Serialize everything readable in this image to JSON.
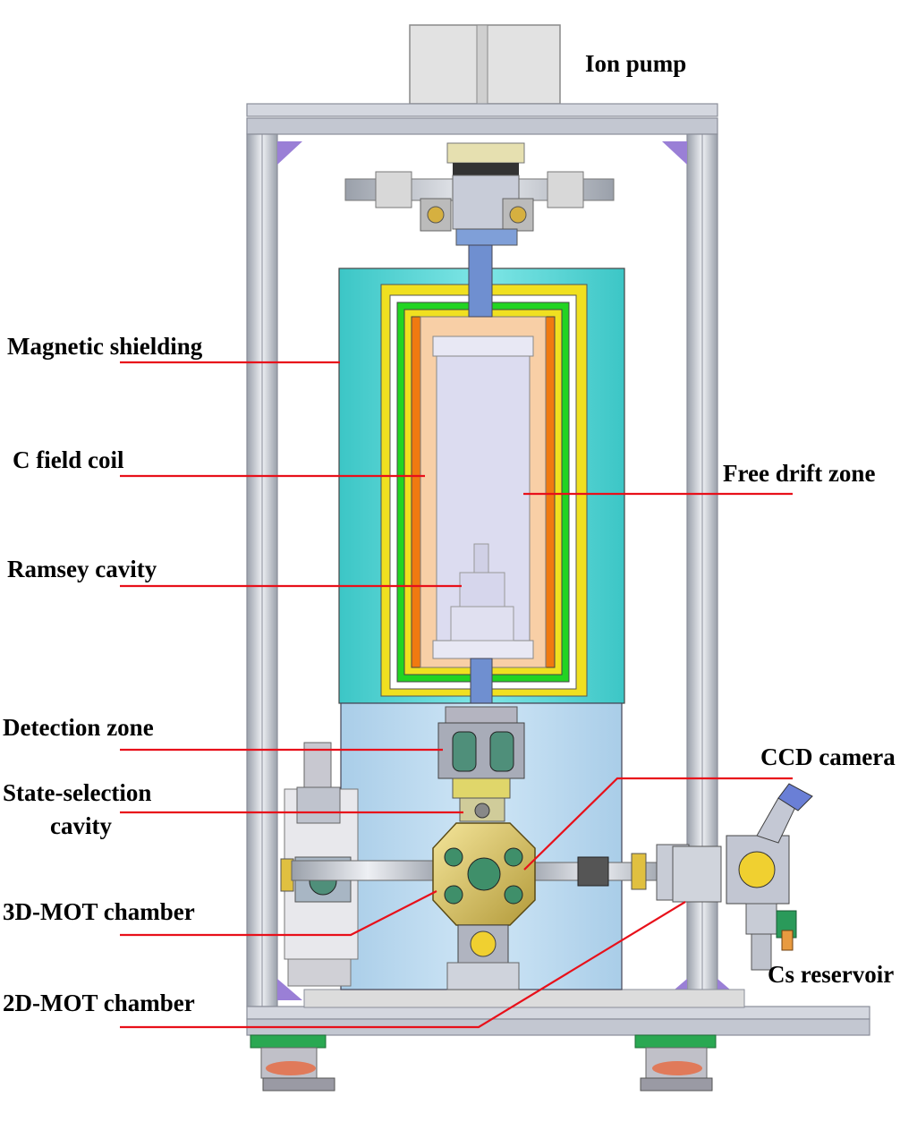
{
  "labels": {
    "ion_pump": "Ion pump",
    "magnetic_shielding": "Magnetic shielding",
    "c_field_coil": "C field coil",
    "free_drift_zone": "Free drift zone",
    "ramsey_cavity": "Ramsey cavity",
    "detection_zone": "Detection zone",
    "ccd_camera": "CCD camera",
    "state_selection_line1": "State-selection",
    "state_selection_line2": "cavity",
    "mot3d_chamber": "3D-MOT chamber",
    "cs_reservoir": "Cs reservoir",
    "mot2d_chamber": "2D-MOT chamber"
  },
  "colors": {
    "leader_line": "#e8101a",
    "frame": "#c9ccd6",
    "shield_outer": "#5cd6d6",
    "shield_lower": "#b8d8ee",
    "yellow_layer": "#f0e020",
    "green_layer": "#22d422",
    "orange_coil": "#f07a10",
    "peach_zone": "#f8cfa6",
    "tube": "#dcdcf0",
    "brass": "#d6c26a",
    "purple_brace": "#9a7fd6"
  }
}
